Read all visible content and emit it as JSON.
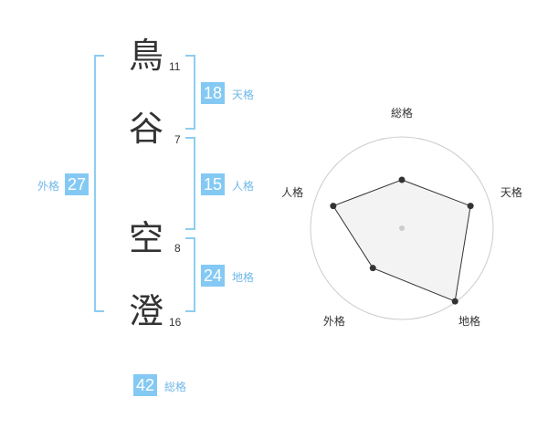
{
  "name": {
    "chars": [
      {
        "char": "鳥",
        "strokes": "11"
      },
      {
        "char": "谷",
        "strokes": "7"
      },
      {
        "char": "空",
        "strokes": "8"
      },
      {
        "char": "澄",
        "strokes": "16"
      }
    ]
  },
  "kaku": {
    "tenkaku": {
      "value": "18",
      "label": "天格"
    },
    "jinkaku": {
      "value": "15",
      "label": "人格"
    },
    "chikaku": {
      "value": "24",
      "label": "地格"
    },
    "gaikaku": {
      "value": "27",
      "label": "外格"
    },
    "soukaku": {
      "value": "42",
      "label": "総格"
    }
  },
  "colors": {
    "accent": "#84c9f3",
    "bracket": "#8ecdf0",
    "label_text": "#6fb8e9",
    "radar_fill": "#f2f2f2",
    "radar_stroke": "#333333"
  },
  "chart_data": {
    "type": "radar",
    "axes": [
      "総格",
      "天格",
      "地格",
      "外格",
      "人格"
    ],
    "values": [
      0.53,
      0.79,
      0.99,
      0.54,
      0.79
    ],
    "rings": 4,
    "grid": true
  }
}
